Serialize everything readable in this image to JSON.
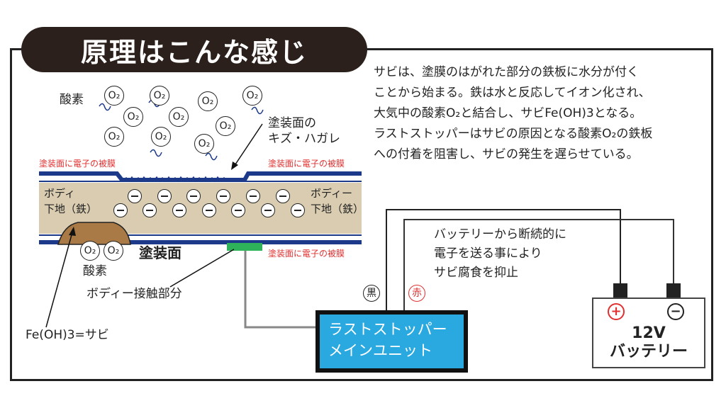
{
  "title": "原理はこんな感じ",
  "description": [
    "サビは、塗膜のはがれた部分の鉄板に水分が付く",
    "ことから始まる。鉄は水と反応してイオン化され、",
    "大気中の酸素O₂と結合し、サビFe(OH)3となる。",
    "ラストストッパーはサビの原因となる酸素O₂の鉄板",
    "への付着を阻害し、サビの発生を遅らせている。"
  ],
  "labels": {
    "oxygen_top": "酸素",
    "scratch": [
      "塗装面の",
      "キズ・ハガレ"
    ],
    "coating_film": "塗装面に電子の被膜",
    "body_left": [
      "ボディ",
      "下地（鉄）"
    ],
    "body_right": [
      "ボディー",
      "下地（鉄）"
    ],
    "oxygen_bottom": "酸素",
    "painted_surface": "塗装面",
    "contact": "ボディー接触部分",
    "rust": "Fe(OH)3=サビ",
    "o2": "O₂",
    "electron": "⊖",
    "battery_note": [
      "バッテリーから断続的に",
      "電子を送る事により",
      "サビ腐食を抑止"
    ],
    "black_terminal": "黒",
    "red_terminal": "赤"
  },
  "unit": [
    "ラストストッパー",
    "メインユニット"
  ],
  "battery": {
    "plus": "+",
    "minus": "−",
    "voltage": "12V",
    "name": "バッテリー"
  },
  "colors": {
    "coating": "#1d3a8a",
    "iron": "#d9ccb1",
    "rust": "#a97a45",
    "contact": "#2fb35a",
    "unit": "#2aa8e0",
    "red_wire": "#e03030"
  }
}
